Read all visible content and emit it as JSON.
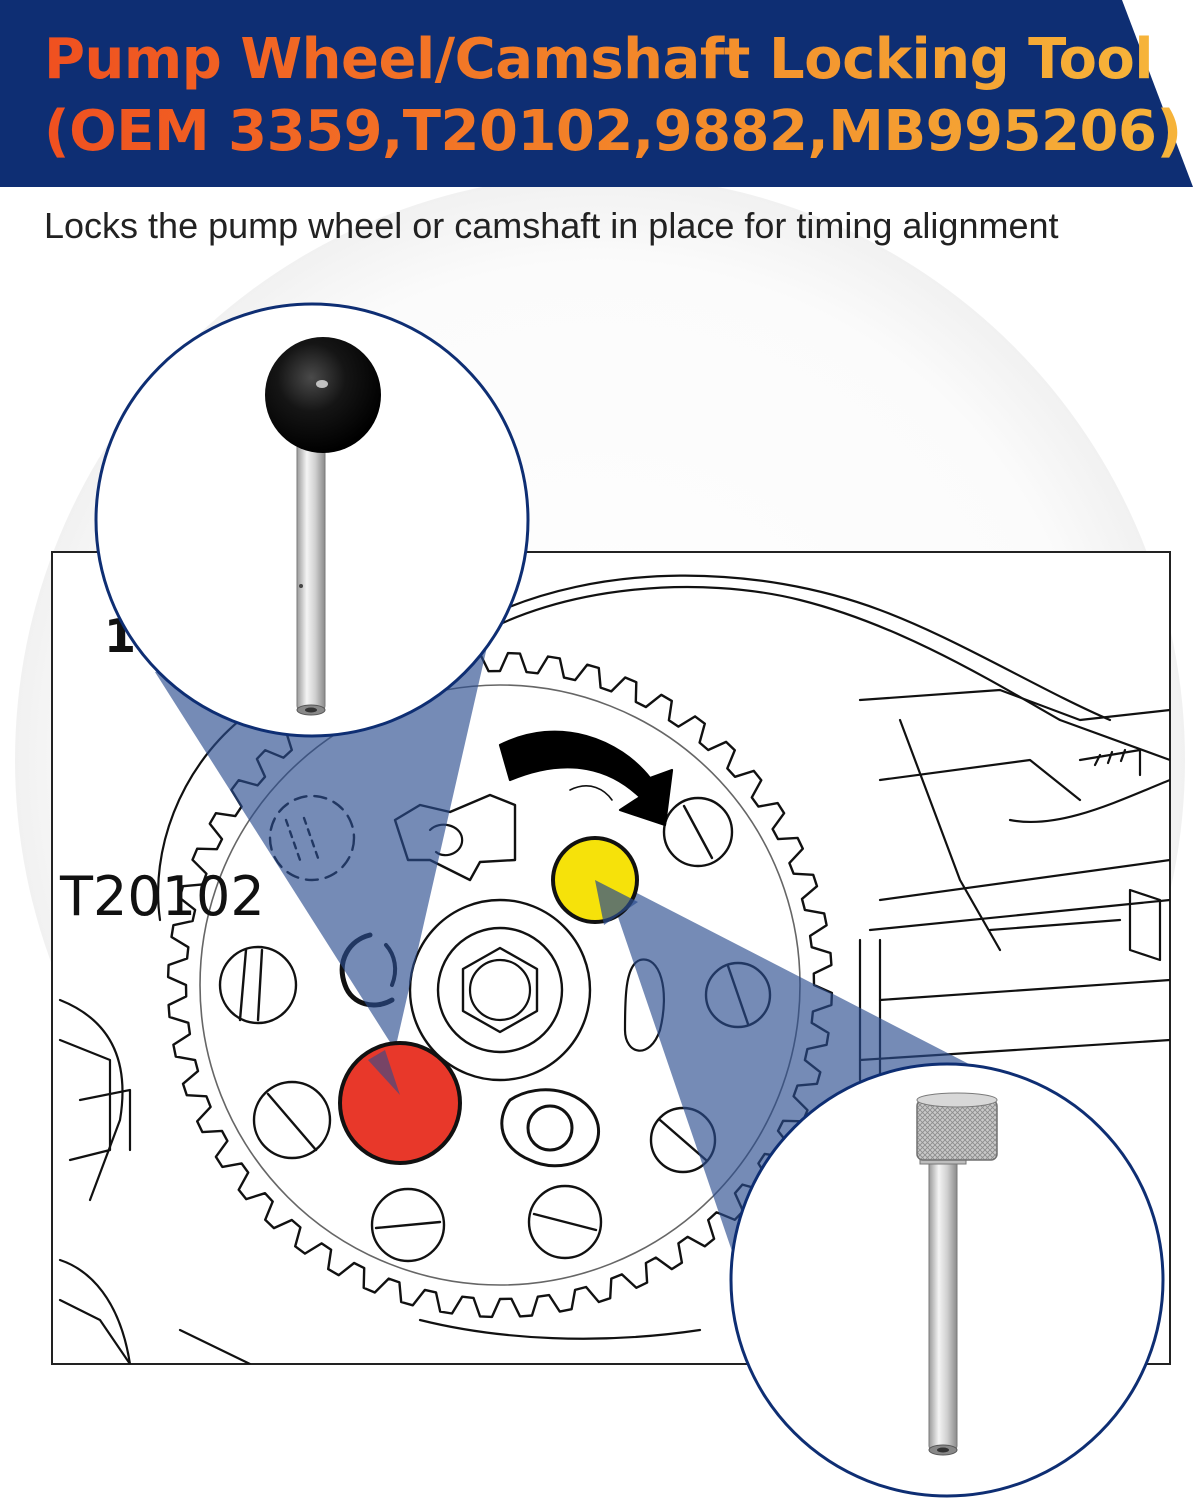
{
  "header": {
    "title_line_1": "Pump Wheel/Camshaft Locking Tool",
    "title_line_2": "(OEM 3359,T20102,9882,MB995206)",
    "background_color": "#0e2e73",
    "title_gradient": [
      "#f05020",
      "#f6b43a"
    ]
  },
  "subtitle": "Locks the pump wheel or camshaft in place for timing alignment",
  "diagram": {
    "label_tool": "T20102",
    "label_callout": "1",
    "marker_colors": {
      "red": "#e8382a",
      "yellow": "#f6e20a",
      "beam": "#2b4d8f"
    },
    "icons": [
      "ball-handle-locking-pin-icon",
      "knurled-locking-pin-icon",
      "gear-icon",
      "rotation-arrow-icon"
    ]
  }
}
